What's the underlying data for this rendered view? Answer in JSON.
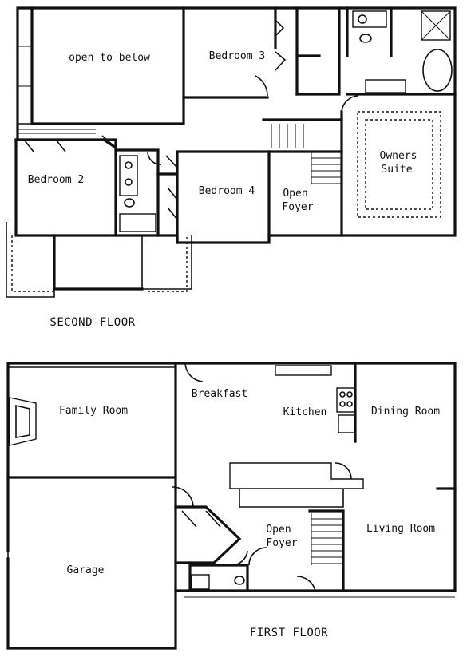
{
  "second_floor": {
    "caption": "SECOND FLOOR",
    "rooms": {
      "open_to_below": "open to below",
      "bedroom3": "Bedroom 3",
      "bedroom2": "Bedroom 2",
      "bedroom4": "Bedroom 4",
      "foyer_line1": "Open",
      "foyer_line2": "Foyer",
      "owners_line1": "Owners",
      "owners_line2": "Suite"
    }
  },
  "first_floor": {
    "caption": "FIRST FLOOR",
    "rooms": {
      "family_room": "Family Room",
      "breakfast": "Breakfast",
      "kitchen": "Kitchen",
      "dining_room": "Dining Room",
      "living_room": "Living Room",
      "garage": "Garage",
      "foyer_line1": "Open",
      "foyer_line2": "Foyer"
    }
  }
}
